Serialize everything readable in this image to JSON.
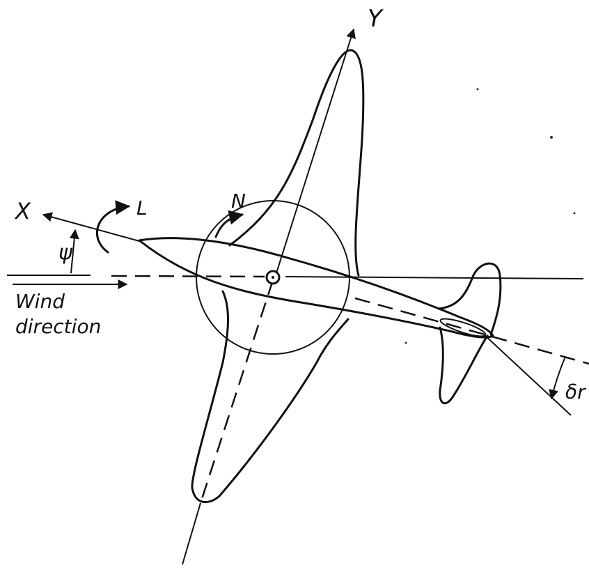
{
  "labels": {
    "y_axis": "Y",
    "x_axis": "X",
    "roll_moment": "L",
    "yaw_moment": "N",
    "yaw_angle": "ψ",
    "wind_line1": "Wind",
    "wind_line2": "direction",
    "rudder_deflection": "δr"
  }
}
